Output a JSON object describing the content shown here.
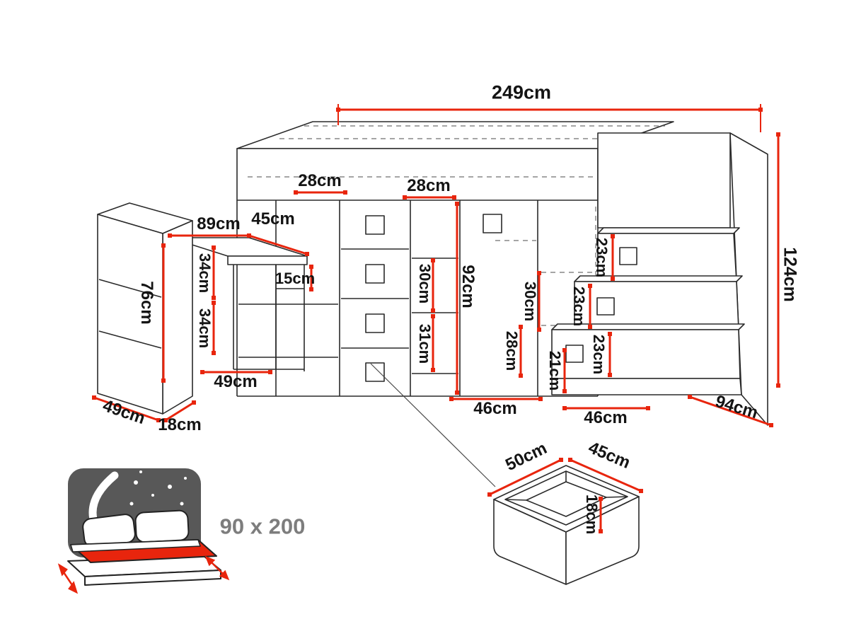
{
  "accent_color": "#e8250d",
  "line_color": "#2a2a2a",
  "dimensions": {
    "total_width": "249cm",
    "total_height": "124cm",
    "top_shelf_left": "28cm",
    "top_shelf_right": "28cm",
    "desk_width": "89cm",
    "desk_depth": "45cm",
    "wardrobe_height": "76cm",
    "desk_shelf_gap": "15cm",
    "shelf_upper": "34cm",
    "shelf_lower": "34cm",
    "mid_shelf_upper": "30cm",
    "mid_shelf_lower": "31cm",
    "underbed_height": "92cm",
    "cabinet_shelf": "30cm",
    "cabinet_lower": "28cm",
    "bottom_drawer": "21cm",
    "step_top": "23cm",
    "step_middle": "23cm",
    "step_bottom": "23cm",
    "wardrobe_depth": "49cm",
    "wardrobe_width": "18cm",
    "desk_under_width": "49cm",
    "base_width_left": "46cm",
    "base_width_right": "46cm",
    "unit_depth": "94cm",
    "drawer_width": "50cm",
    "drawer_depth": "45cm",
    "drawer_height": "18cm"
  },
  "bed": {
    "mattress_size": "90 x 200"
  }
}
